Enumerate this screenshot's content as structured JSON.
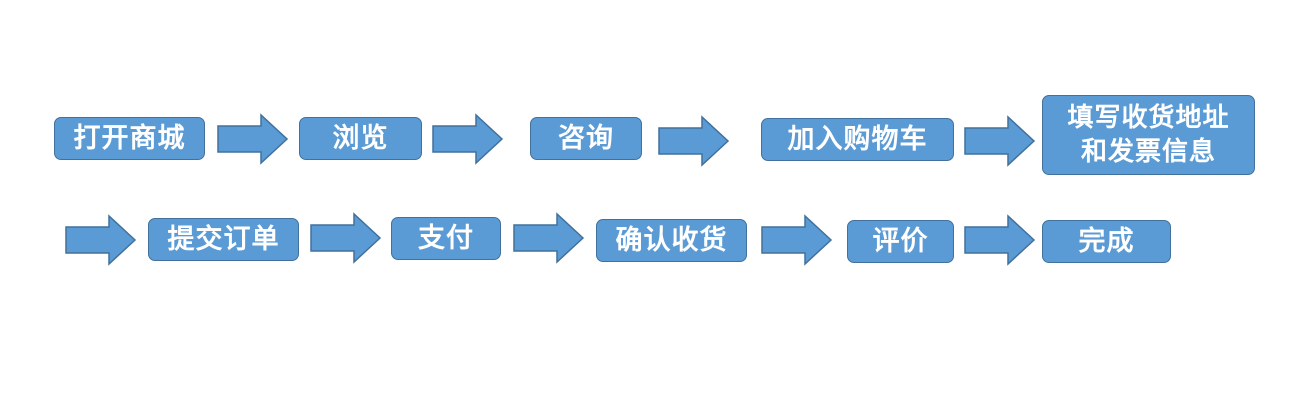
{
  "flow": {
    "steps": [
      {
        "label": "打开商城"
      },
      {
        "label": "浏览"
      },
      {
        "label": "咨询"
      },
      {
        "label": "加入购物车"
      },
      {
        "label": "填写收货地址\n和发票信息"
      },
      {
        "label": "提交订单"
      },
      {
        "label": "支付"
      },
      {
        "label": "确认收货"
      },
      {
        "label": "评价"
      },
      {
        "label": "完成"
      }
    ]
  },
  "colors": {
    "box_fill": "#5b9bd5",
    "box_border": "#41719c",
    "arrow_fill": "#5b9bd5",
    "arrow_border": "#41719c",
    "text": "#ffffff"
  }
}
